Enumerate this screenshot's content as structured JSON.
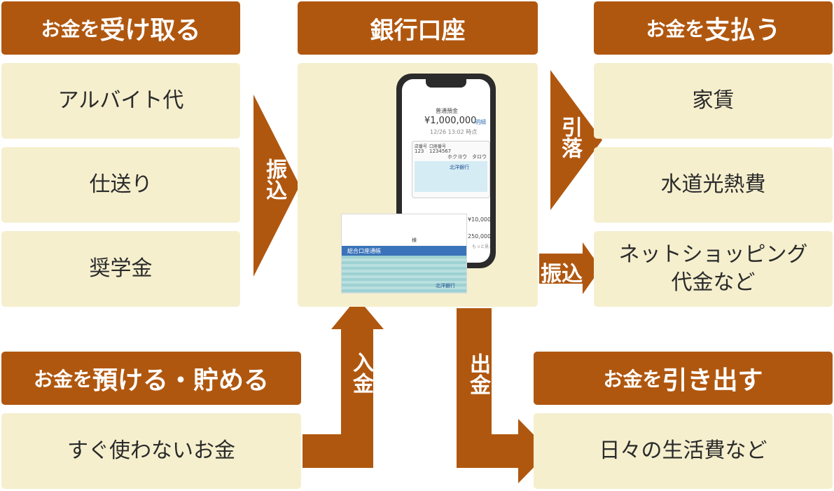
{
  "headers": {
    "receive": {
      "prefix": "お金を",
      "main": "受け取る"
    },
    "bank": {
      "main": "銀行口座"
    },
    "pay": {
      "prefix": "お金を",
      "main": "支払う"
    },
    "deposit": {
      "prefix": "お金を",
      "main": "預ける・貯める"
    },
    "withdraw": {
      "prefix": "お金を",
      "main": "引き出す"
    }
  },
  "receive_items": [
    "アルバイト代",
    "仕送り",
    "奨学金"
  ],
  "pay_items": [
    "家賃",
    "水道光熱費",
    "ネットショッピング\n代金など"
  ],
  "deposit_item": "すぐ使わないお金",
  "withdraw_item": "日々の生活費など",
  "arrow_labels": {
    "transfer_in": "振込",
    "debit": "引落",
    "transfer_out": "振込",
    "deposit": "入金",
    "withdraw": "出金"
  },
  "phone": {
    "account_type": "普通預金",
    "balance": "¥1,000,000",
    "detail_link": "明細",
    "date": "12/26 13:02 時点",
    "branch_label": "店番号",
    "branch_no": "123",
    "account_label": "口座番号",
    "account_no": "1234567",
    "holder_kana": "ホクヨウ　タロウ",
    "card_bank": "北洋銀行",
    "row1_amount": "¥10,000",
    "row2_amount": "250,000",
    "more": "もっと見る"
  },
  "passbook": {
    "title": "総合口座通帳",
    "sama": "様",
    "bank": "北洋銀行"
  },
  "colors": {
    "header_bg": "#b0570f",
    "box_bg": "#f5efce",
    "arrow": "#b0570f"
  }
}
